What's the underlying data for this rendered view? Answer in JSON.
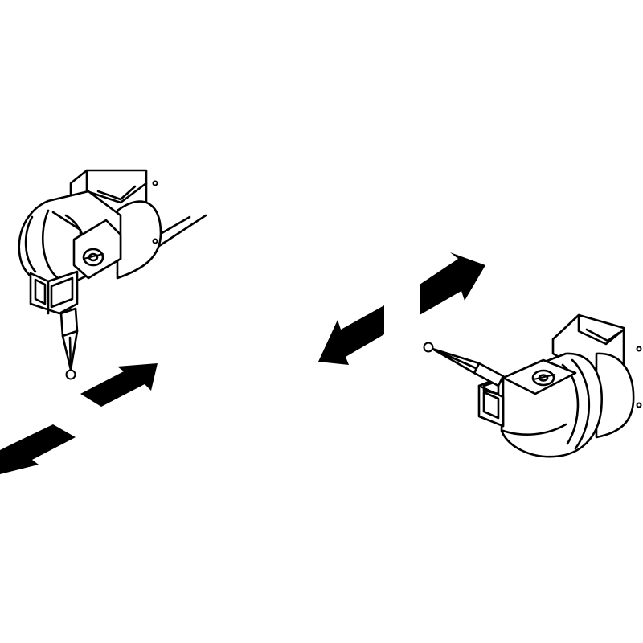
{
  "figure": {
    "background": "#ffffff",
    "ink": "#000000",
    "panels": [
      {
        "id": "probe-head-vertical",
        "orientation": "vertical-down",
        "motion": "bidirectional-diagonal"
      },
      {
        "id": "probe-head-horizontal",
        "orientation": "horizontal-left",
        "motion": "bidirectional-diagonal"
      }
    ],
    "icons": [
      "probe-head-icon",
      "stylus-icon",
      "double-arrow-icon"
    ]
  }
}
